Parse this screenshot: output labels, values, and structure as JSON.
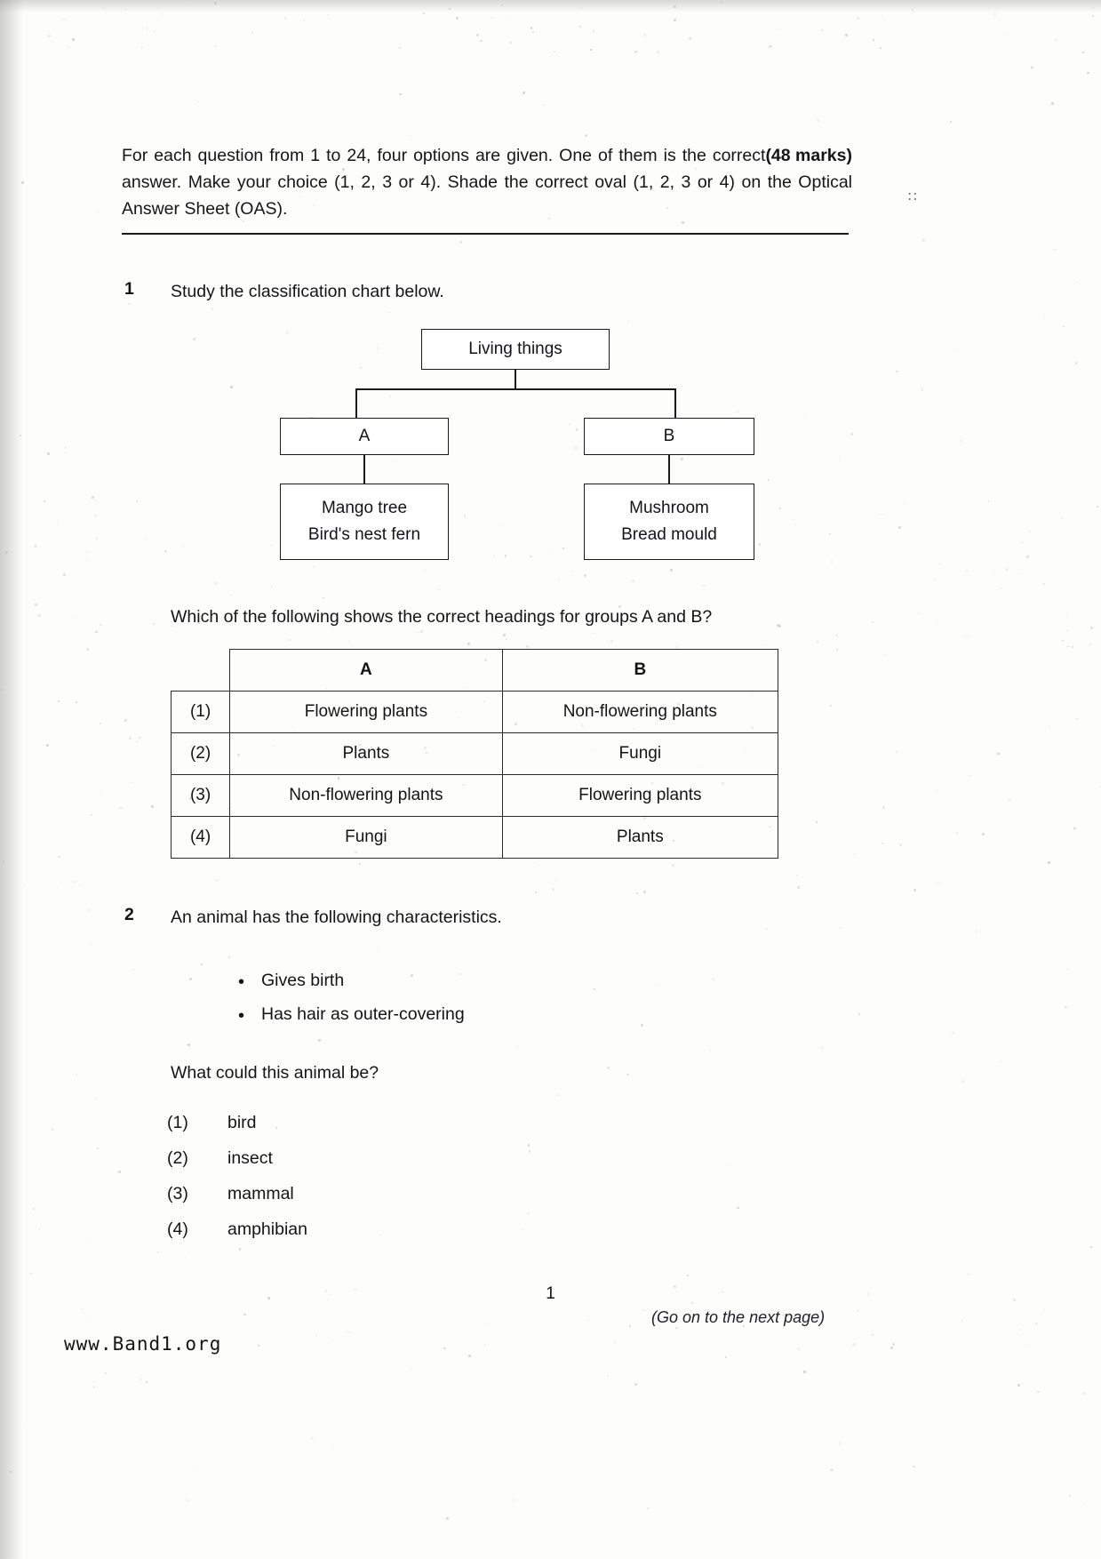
{
  "paper": {
    "instructions": "For each question from 1 to 24, four options are given. One of them is the correct answer. Make your choice (1, 2, 3 or 4). Shade the correct oval (1, 2, 3 or 4) on the Optical Answer Sheet (OAS).",
    "marks": "(48 marks)",
    "page_number": "1",
    "footer_note": "(Go on to the next page)",
    "watermark": "www.Band1.org",
    "stray_mark": "∷"
  },
  "question1": {
    "number": "1",
    "stem": "Study the classification chart below.",
    "chart": {
      "root": "Living things",
      "group_a": "A",
      "group_b": "B",
      "a_items": [
        "Mango tree",
        "Bird's nest fern"
      ],
      "b_items": [
        "Mushroom",
        "Bread mould"
      ]
    },
    "lead_in": "Which of the following shows the correct headings for groups A and B?",
    "table": {
      "headers": [
        "",
        "A",
        "B"
      ],
      "rows": [
        {
          "label": "(1)",
          "a": "Flowering plants",
          "b": "Non-flowering plants"
        },
        {
          "label": "(2)",
          "a": "Plants",
          "b": "Fungi"
        },
        {
          "label": "(3)",
          "a": "Non-flowering plants",
          "b": "Flowering plants"
        },
        {
          "label": "(4)",
          "a": "Fungi",
          "b": "Plants"
        }
      ]
    }
  },
  "question2": {
    "number": "2",
    "stem": "An animal has the following characteristics.",
    "bullets": [
      "Gives birth",
      "Has hair as outer-covering"
    ],
    "lead_in": "What could this animal be?",
    "choices": [
      {
        "label": "(1)",
        "text": "bird"
      },
      {
        "label": "(2)",
        "text": "insect"
      },
      {
        "label": "(3)",
        "text": "mammal"
      },
      {
        "label": "(4)",
        "text": "amphibian"
      }
    ]
  }
}
